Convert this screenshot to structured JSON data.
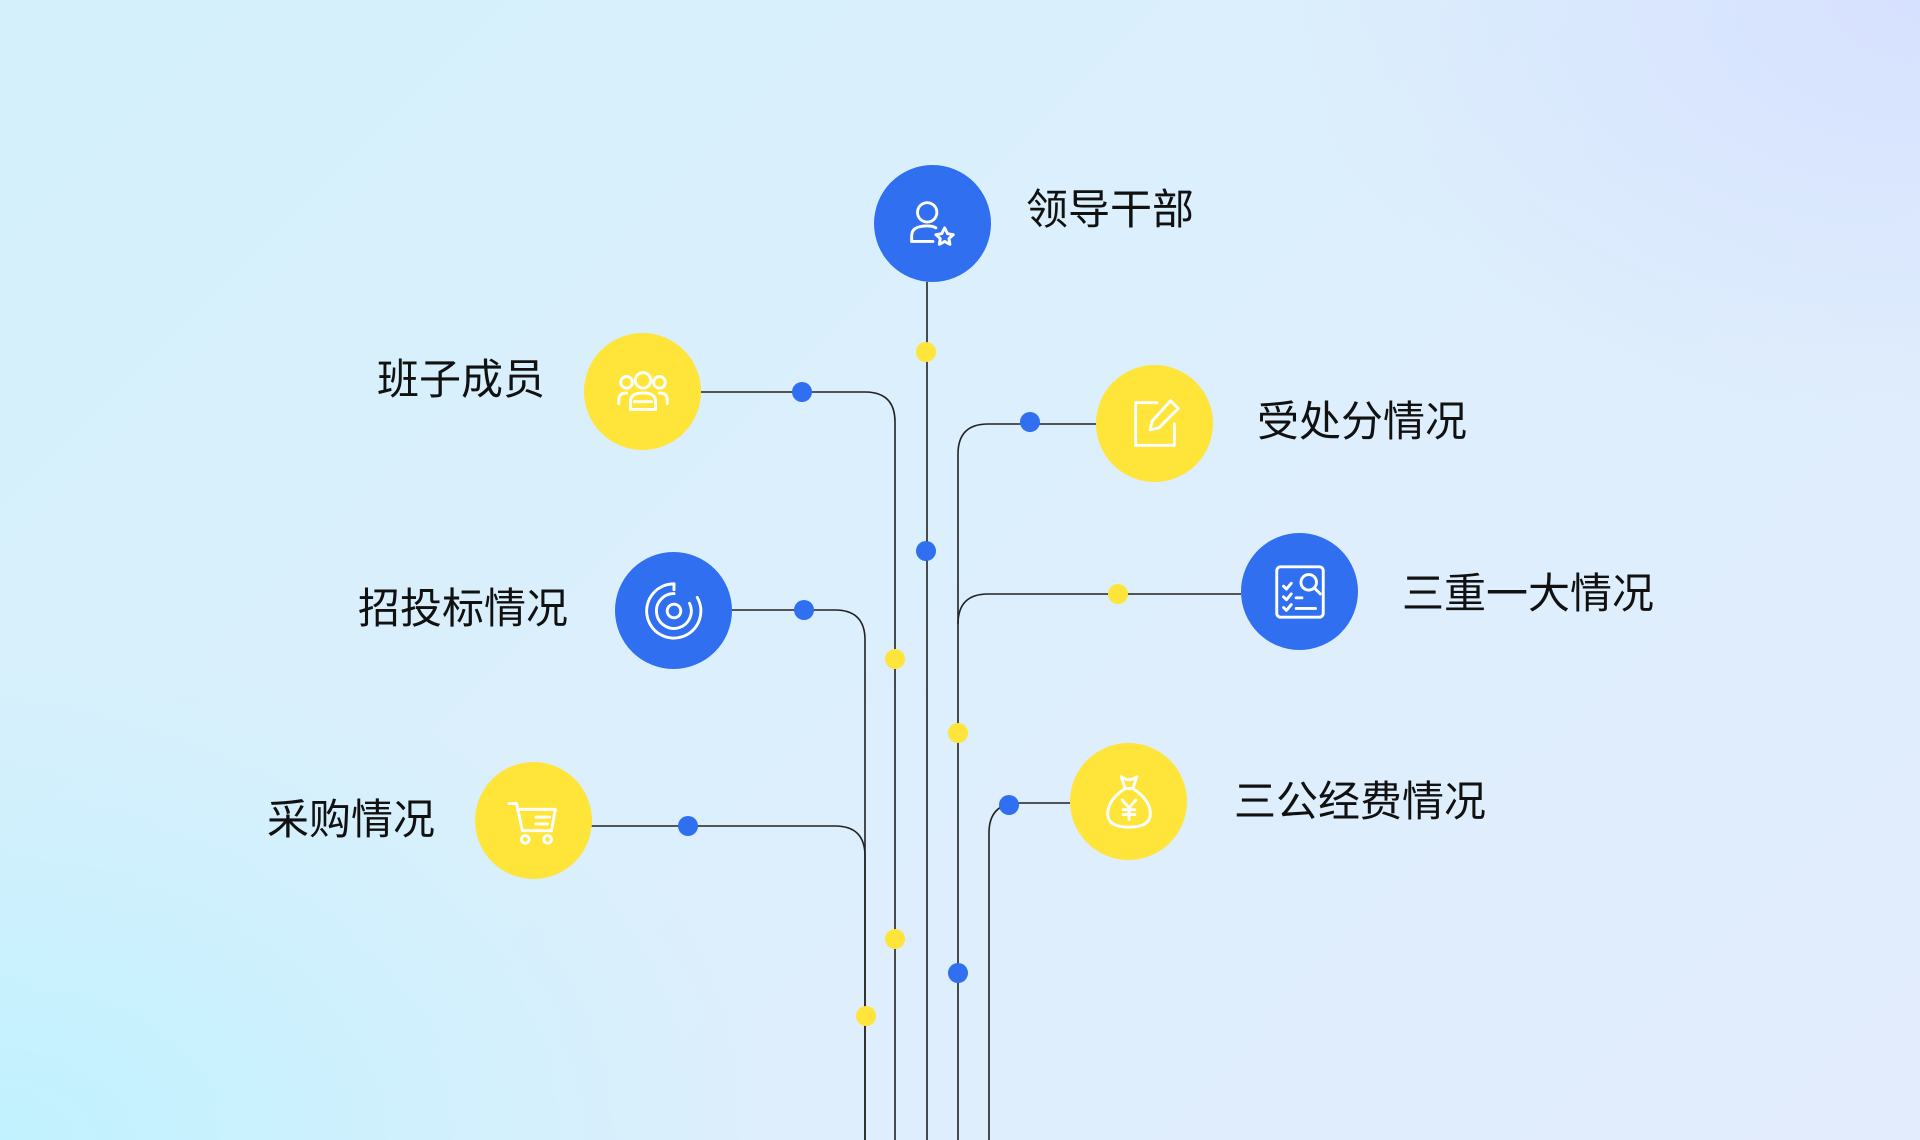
{
  "colors": {
    "blue": "#2f6ff0",
    "yellow": "#ffe43a",
    "line": "#222222",
    "text": "#111111"
  },
  "nodes": {
    "leaders": {
      "label": "领导干部",
      "icon": "user-star-icon",
      "color": "blue"
    },
    "team": {
      "label": "班子成员",
      "icon": "group-icon",
      "color": "yellow"
    },
    "punish": {
      "label": "受处分情况",
      "icon": "edit-icon",
      "color": "yellow"
    },
    "bidding": {
      "label": "招投标情况",
      "icon": "target-icon",
      "color": "blue"
    },
    "major": {
      "label": "三重一大情况",
      "icon": "checklist-search-icon",
      "color": "blue"
    },
    "purchase": {
      "label": "采购情况",
      "icon": "cart-icon",
      "color": "yellow"
    },
    "expense": {
      "label": "三公经费情况",
      "icon": "money-bag-icon",
      "color": "yellow"
    }
  }
}
